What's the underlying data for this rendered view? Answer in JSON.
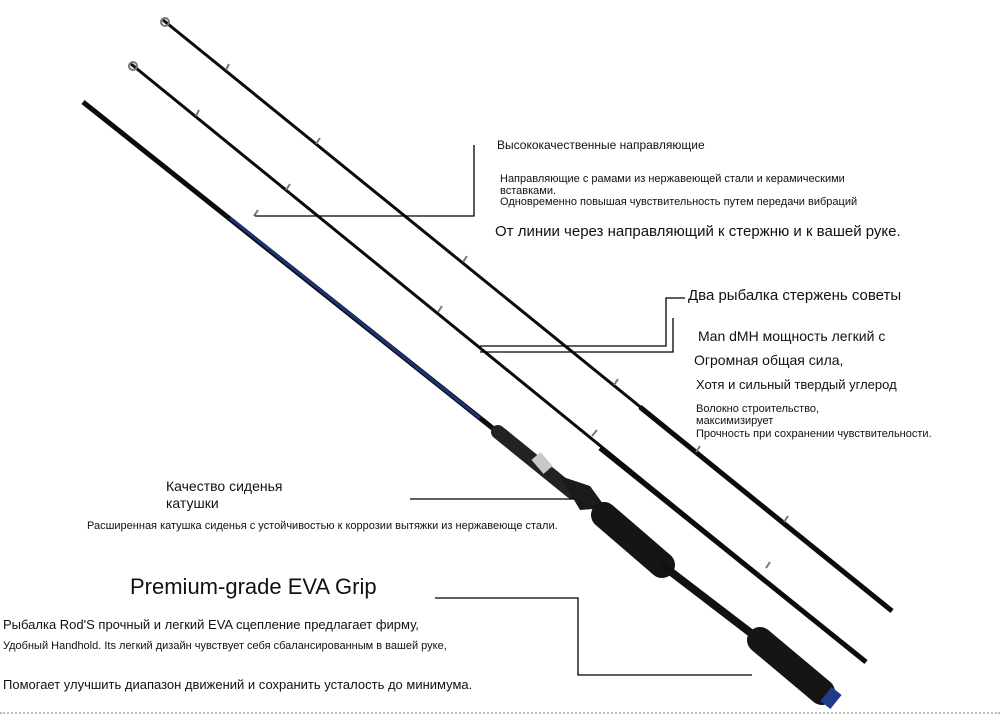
{
  "guides": {
    "heading": "Высококачественные направляющие",
    "body_line1": "Направляющие с рамами из нержавеющей стали и керамическими",
    "body_line2": "вставками.",
    "body_line3": "Одновременно повышая чувствительность путем передачи вибраций",
    "tagline": "От линии через направляющий к стержню и к вашей руке."
  },
  "tips": {
    "heading": "Два рыбалка стержень советы",
    "line1": "Man dMH мощность легкий с",
    "line2": "Огромная общая сила,",
    "line3": "Хотя и сильный твердый углерод",
    "line4": "Волокно строительство,",
    "line5": "максимизирует",
    "line6": "Прочность при сохранении чувствительности."
  },
  "reel_seat": {
    "heading": "Качество сиденья катушки",
    "body": "Расширенная катушка сиденья с устойчивостью к коррозии вытяжки из нержавеюще стали."
  },
  "grip": {
    "heading": "Premium-grade EVA Grip",
    "line1": "Рыбалка Rod'S прочный и легкий EVA сцепление предлагает фирму,",
    "line2": "Удобный Handhold. Its легкий дизайн чувствует себя сбалансированным в вашей руке,",
    "line3": "Помогает улучшить диапазон движений и сохранить усталость до минимума."
  },
  "colors": {
    "rod_black": "#0b0b0b",
    "blank_blue": "#1f3b8a",
    "grip_black": "#151515",
    "callout_line": "#000000"
  }
}
